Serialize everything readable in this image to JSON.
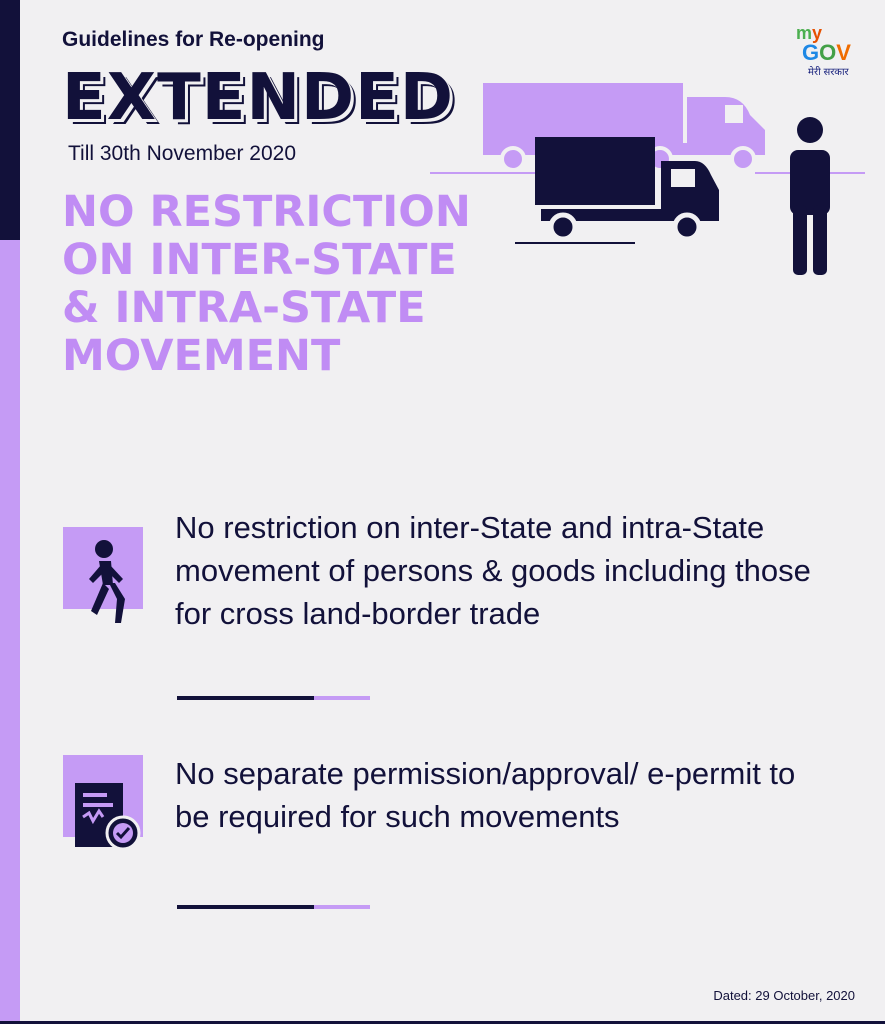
{
  "header": {
    "subtitle": "Guidelines for Re-opening",
    "title": "EXTENDED",
    "till": "Till 30th November 2020"
  },
  "headline": {
    "lines": [
      "NO RESTRICTION",
      "ON INTER-STATE",
      "& INTRA-STATE",
      "MOVEMENT"
    ]
  },
  "logo": {
    "m": "m",
    "y": "y",
    "g": "G",
    "o": "O",
    "v": "V",
    "tagline": "मेरी सरकार"
  },
  "items": [
    {
      "icon": "walking-person-icon",
      "text": "No restriction on inter-State and intra-State movement of persons & goods including those for cross land-border trade"
    },
    {
      "icon": "certificate-approved-icon",
      "text": "No separate permission/approval/ e-permit to be required for such movements"
    }
  ],
  "footer": {
    "dated": "Dated: 29 October, 2020"
  },
  "colors": {
    "navy": "#12113a",
    "lavender": "#c59bf5",
    "background": "#f1f0f2"
  }
}
